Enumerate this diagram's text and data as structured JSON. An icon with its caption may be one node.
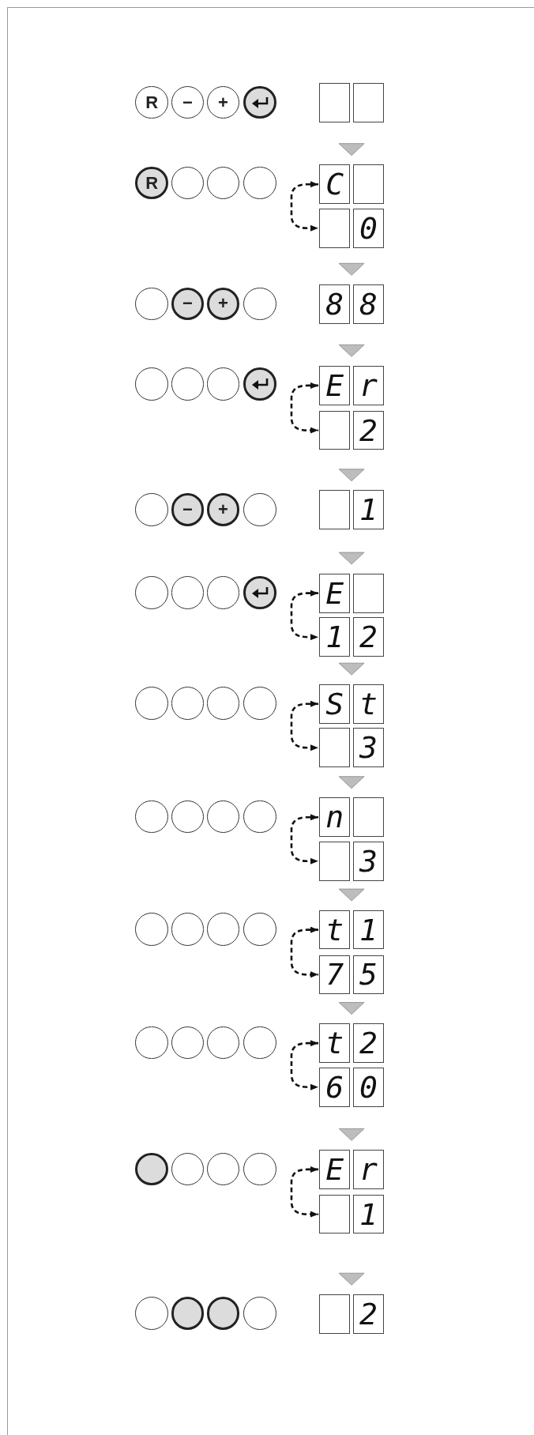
{
  "diagram": {
    "nodes": [
      {
        "text": [
          "R"
        ]
      },
      {
        "text": [
          "−"
        ]
      },
      {
        "text": [
          "+"
        ]
      },
      {
        "text": [],
        "shape": "circle"
      },
      {
        "text": [],
        "shape": "box"
      },
      {
        "text": [],
        "shape": "box"
      },
      {
        "text": [
          "R"
        ]
      },
      {
        "text": [],
        "shape": "circle"
      },
      {
        "text": [],
        "shape": "circle"
      },
      {
        "text": [],
        "shape": "circle"
      },
      {
        "text": [
          "C"
        ]
      },
      {
        "text": [],
        "shape": "box"
      },
      {
        "text": [],
        "shape": "box"
      },
      {
        "text": [
          "0"
        ]
      },
      {
        "text": [],
        "shape": "circle"
      },
      {
        "text": [
          "−"
        ]
      },
      {
        "text": [
          "+"
        ]
      },
      {
        "text": [],
        "shape": "circle"
      },
      {
        "text": [
          "8"
        ]
      },
      {
        "text": [
          "8"
        ]
      },
      {
        "text": [],
        "shape": "circle"
      },
      {
        "text": [],
        "shape": "circle"
      },
      {
        "text": [],
        "shape": "circle"
      },
      {
        "text": [],
        "shape": "circle"
      },
      {
        "text": [
          "E"
        ]
      },
      {
        "text": [
          "r"
        ]
      },
      {
        "text": [],
        "shape": "box"
      },
      {
        "text": [
          "2"
        ]
      },
      {
        "text": [],
        "shape": "circle"
      },
      {
        "text": [
          "−"
        ]
      },
      {
        "text": [
          "+"
        ]
      },
      {
        "text": [],
        "shape": "circle"
      },
      {
        "text": [],
        "shape": "box"
      },
      {
        "text": [
          "1"
        ]
      },
      {
        "text": [],
        "shape": "circle"
      },
      {
        "text": [],
        "shape": "circle"
      },
      {
        "text": [],
        "shape": "circle"
      },
      {
        "text": [],
        "shape": "circle"
      },
      {
        "text": [
          "E"
        ]
      },
      {
        "text": [],
        "shape": "box"
      },
      {
        "text": [
          "1"
        ]
      },
      {
        "text": [
          "2"
        ]
      },
      {
        "text": [],
        "shape": "circle"
      },
      {
        "text": [],
        "shape": "circle"
      },
      {
        "text": [],
        "shape": "circle"
      },
      {
        "text": [],
        "shape": "circle"
      },
      {
        "text": [
          "S"
        ]
      },
      {
        "text": [
          "t"
        ]
      },
      {
        "text": [],
        "shape": "box"
      },
      {
        "text": [
          "3"
        ]
      },
      {
        "text": [],
        "shape": "circle"
      },
      {
        "text": [],
        "shape": "circle"
      },
      {
        "text": [],
        "shape": "circle"
      },
      {
        "text": [],
        "shape": "circle"
      },
      {
        "text": [
          "n"
        ]
      },
      {
        "text": [],
        "shape": "box"
      },
      {
        "text": [],
        "shape": "box"
      },
      {
        "text": [
          "3"
        ]
      },
      {
        "text": [],
        "shape": "circle"
      },
      {
        "text": [],
        "shape": "circle"
      },
      {
        "text": [],
        "shape": "circle"
      },
      {
        "text": [],
        "shape": "circle"
      },
      {
        "text": [
          "t"
        ]
      },
      {
        "text": [
          "1"
        ]
      },
      {
        "text": [
          "7"
        ]
      },
      {
        "text": [
          "5"
        ]
      },
      {
        "text": [],
        "shape": "circle"
      },
      {
        "text": [],
        "shape": "circle"
      },
      {
        "text": [],
        "shape": "circle"
      },
      {
        "text": [],
        "shape": "circle"
      },
      {
        "text": [
          "t"
        ]
      },
      {
        "text": [
          "2"
        ]
      },
      {
        "text": [
          "6"
        ]
      },
      {
        "text": [
          "0"
        ]
      },
      {
        "text": [],
        "shape": "circle"
      },
      {
        "text": [],
        "shape": "circle"
      },
      {
        "text": [],
        "shape": "circle"
      },
      {
        "text": [],
        "shape": "circle"
      },
      {
        "text": [
          "E"
        ]
      },
      {
        "text": [
          "r"
        ]
      },
      {
        "text": [],
        "shape": "box"
      },
      {
        "text": [
          "1"
        ]
      },
      {
        "text": [],
        "shape": "circle"
      },
      {
        "text": [],
        "shape": "circle"
      },
      {
        "text": [],
        "shape": "circle"
      },
      {
        "text": [],
        "shape": "circle"
      },
      {
        "text": [],
        "shape": "box"
      },
      {
        "text": [
          "2"
        ]
      }
    ],
    "edges": [
      {
        "from": 4,
        "to": 10,
        "arrow": "to"
      },
      {
        "from": 12,
        "to": 18,
        "arrow": "to"
      },
      {
        "from": 18,
        "to": 24,
        "arrow": "to"
      },
      {
        "from": 26,
        "to": 32,
        "arrow": "to"
      },
      {
        "from": 32,
        "to": 38,
        "arrow": "to"
      },
      {
        "from": 40,
        "to": 46,
        "arrow": "to"
      },
      {
        "from": 48,
        "to": 54,
        "arrow": "to"
      },
      {
        "from": 56,
        "to": 62,
        "arrow": "to"
      },
      {
        "from": 64,
        "to": 70,
        "arrow": "to"
      },
      {
        "from": 72,
        "to": 78,
        "arrow": "to"
      },
      {
        "from": 80,
        "to": 86,
        "arrow": "to"
      },
      {
        "from": 10,
        "to": 12,
        "arrow": "both",
        "style": "dashed"
      },
      {
        "from": 24,
        "to": 26,
        "arrow": "both",
        "style": "dashed"
      },
      {
        "from": 38,
        "to": 40,
        "arrow": "both",
        "style": "dashed"
      },
      {
        "from": 46,
        "to": 48,
        "arrow": "both",
        "style": "dashed"
      },
      {
        "from": 54,
        "to": 56,
        "arrow": "both",
        "style": "dashed"
      },
      {
        "from": 62,
        "to": 64,
        "arrow": "both",
        "style": "dashed"
      },
      {
        "from": 70,
        "to": 72,
        "arrow": "both",
        "style": "dashed"
      },
      {
        "from": 78,
        "to": 80,
        "arrow": "both",
        "style": "dashed"
      }
    ]
  }
}
